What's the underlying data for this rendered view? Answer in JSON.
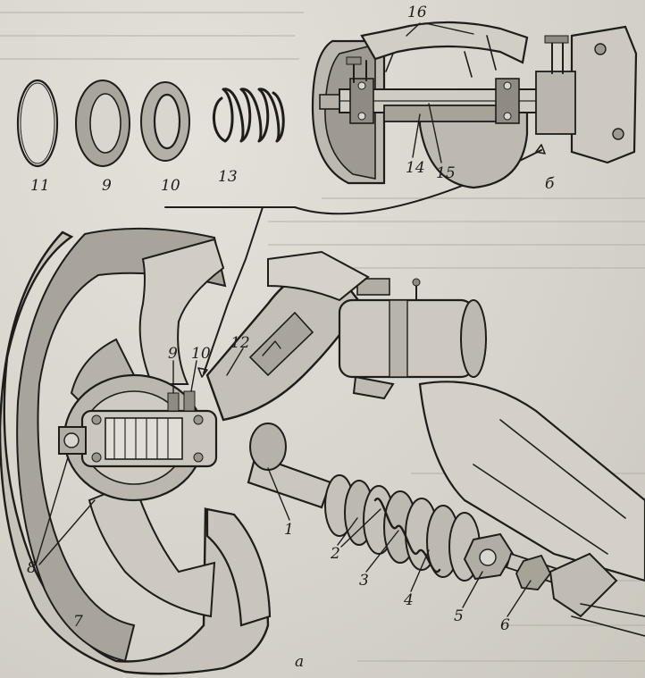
{
  "figure": {
    "parts": {
      "p1": "1",
      "p2": "2",
      "p3": "3",
      "p4": "4",
      "p5": "5",
      "p6": "6",
      "p7": "7",
      "p8": "8",
      "p9_top": "9",
      "p9_main": "9",
      "p10_top": "10",
      "p10_main": "10",
      "p11": "11",
      "p12": "12",
      "p13": "13",
      "p14": "14",
      "p15": "15",
      "p16": "16"
    },
    "subfigures": {
      "a": "а",
      "b": "б"
    }
  }
}
